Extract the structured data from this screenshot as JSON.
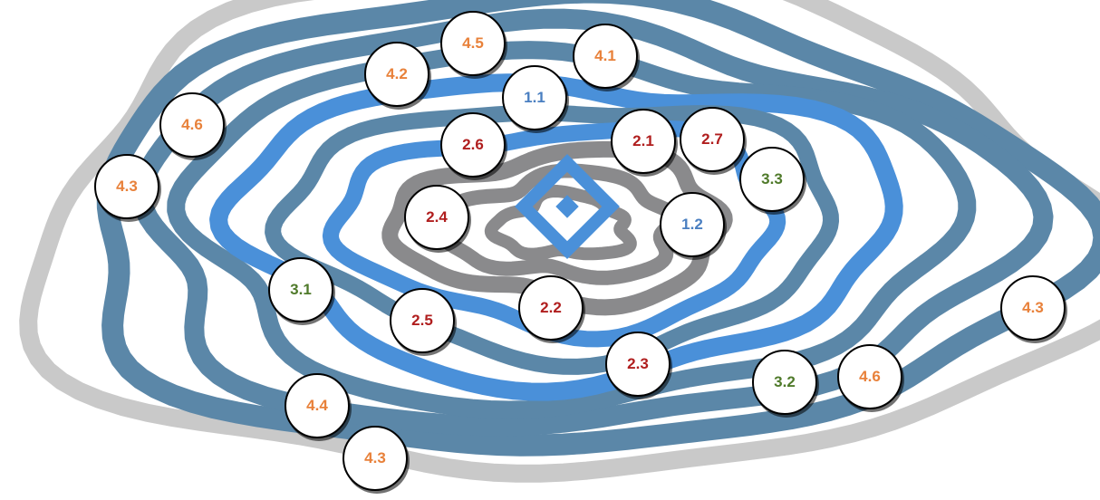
{
  "colors": {
    "blue": "#4a7fc1",
    "red": "#b01e1e",
    "green": "#4f7a2a",
    "orange": "#e8813a",
    "ring_dark": "#5b87a8",
    "ring_bright": "#4a90d9",
    "ring_gray": "#8a8a8c",
    "ring_outer": "#c9c9c9"
  },
  "icons": {
    "center": "square-target-icon"
  },
  "markers": [
    {
      "label": "1.1",
      "group": "blue"
    },
    {
      "label": "1.2",
      "group": "blue"
    },
    {
      "label": "2.1",
      "group": "red"
    },
    {
      "label": "2.2",
      "group": "red"
    },
    {
      "label": "2.3",
      "group": "red"
    },
    {
      "label": "2.4",
      "group": "red"
    },
    {
      "label": "2.5",
      "group": "red"
    },
    {
      "label": "2.6",
      "group": "red"
    },
    {
      "label": "2.7",
      "group": "red"
    },
    {
      "label": "3.1",
      "group": "green"
    },
    {
      "label": "3.2",
      "group": "green"
    },
    {
      "label": "3.3",
      "group": "green"
    },
    {
      "label": "4.1",
      "group": "orange"
    },
    {
      "label": "4.2",
      "group": "orange"
    },
    {
      "label": "4.3",
      "group": "orange"
    },
    {
      "label": "4.3",
      "group": "orange"
    },
    {
      "label": "4.3",
      "group": "orange"
    },
    {
      "label": "4.4",
      "group": "orange"
    },
    {
      "label": "4.5",
      "group": "orange"
    },
    {
      "label": "4.6",
      "group": "orange"
    },
    {
      "label": "4.6",
      "group": "orange"
    }
  ]
}
